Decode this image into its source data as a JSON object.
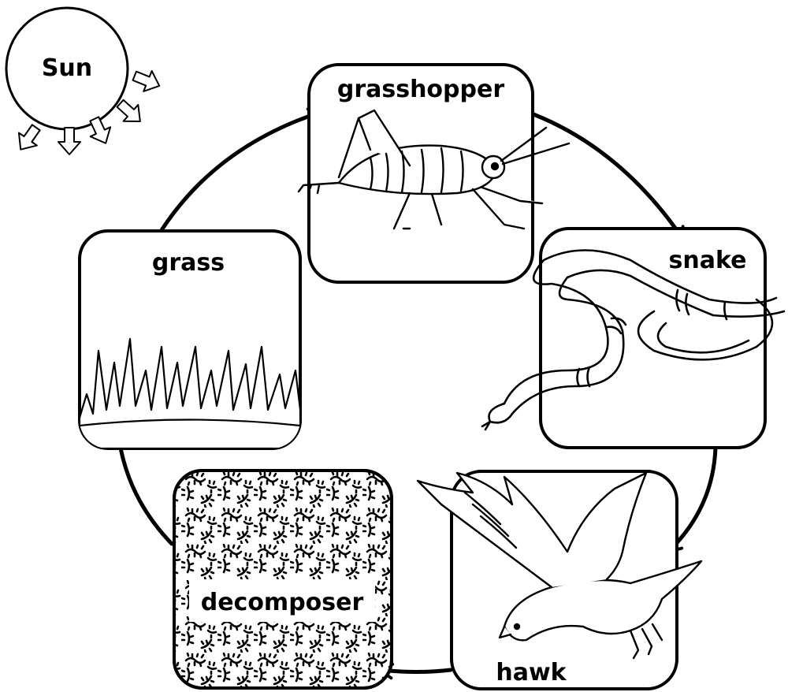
{
  "diagram": {
    "sun_label": "Sun",
    "nodes": {
      "grass": {
        "label": "grass",
        "icon": "grass-icon"
      },
      "grasshopper": {
        "label": "grasshopper",
        "icon": "grasshopper-icon"
      },
      "snake": {
        "label": "snake",
        "icon": "snake-icon"
      },
      "hawk": {
        "label": "hawk",
        "icon": "hawk-icon"
      },
      "decomposer": {
        "label": "decomposer",
        "icon": "bacteria-icon"
      }
    },
    "cycle_order": [
      "grass",
      "grasshopper",
      "snake",
      "hawk",
      "decomposer"
    ]
  }
}
